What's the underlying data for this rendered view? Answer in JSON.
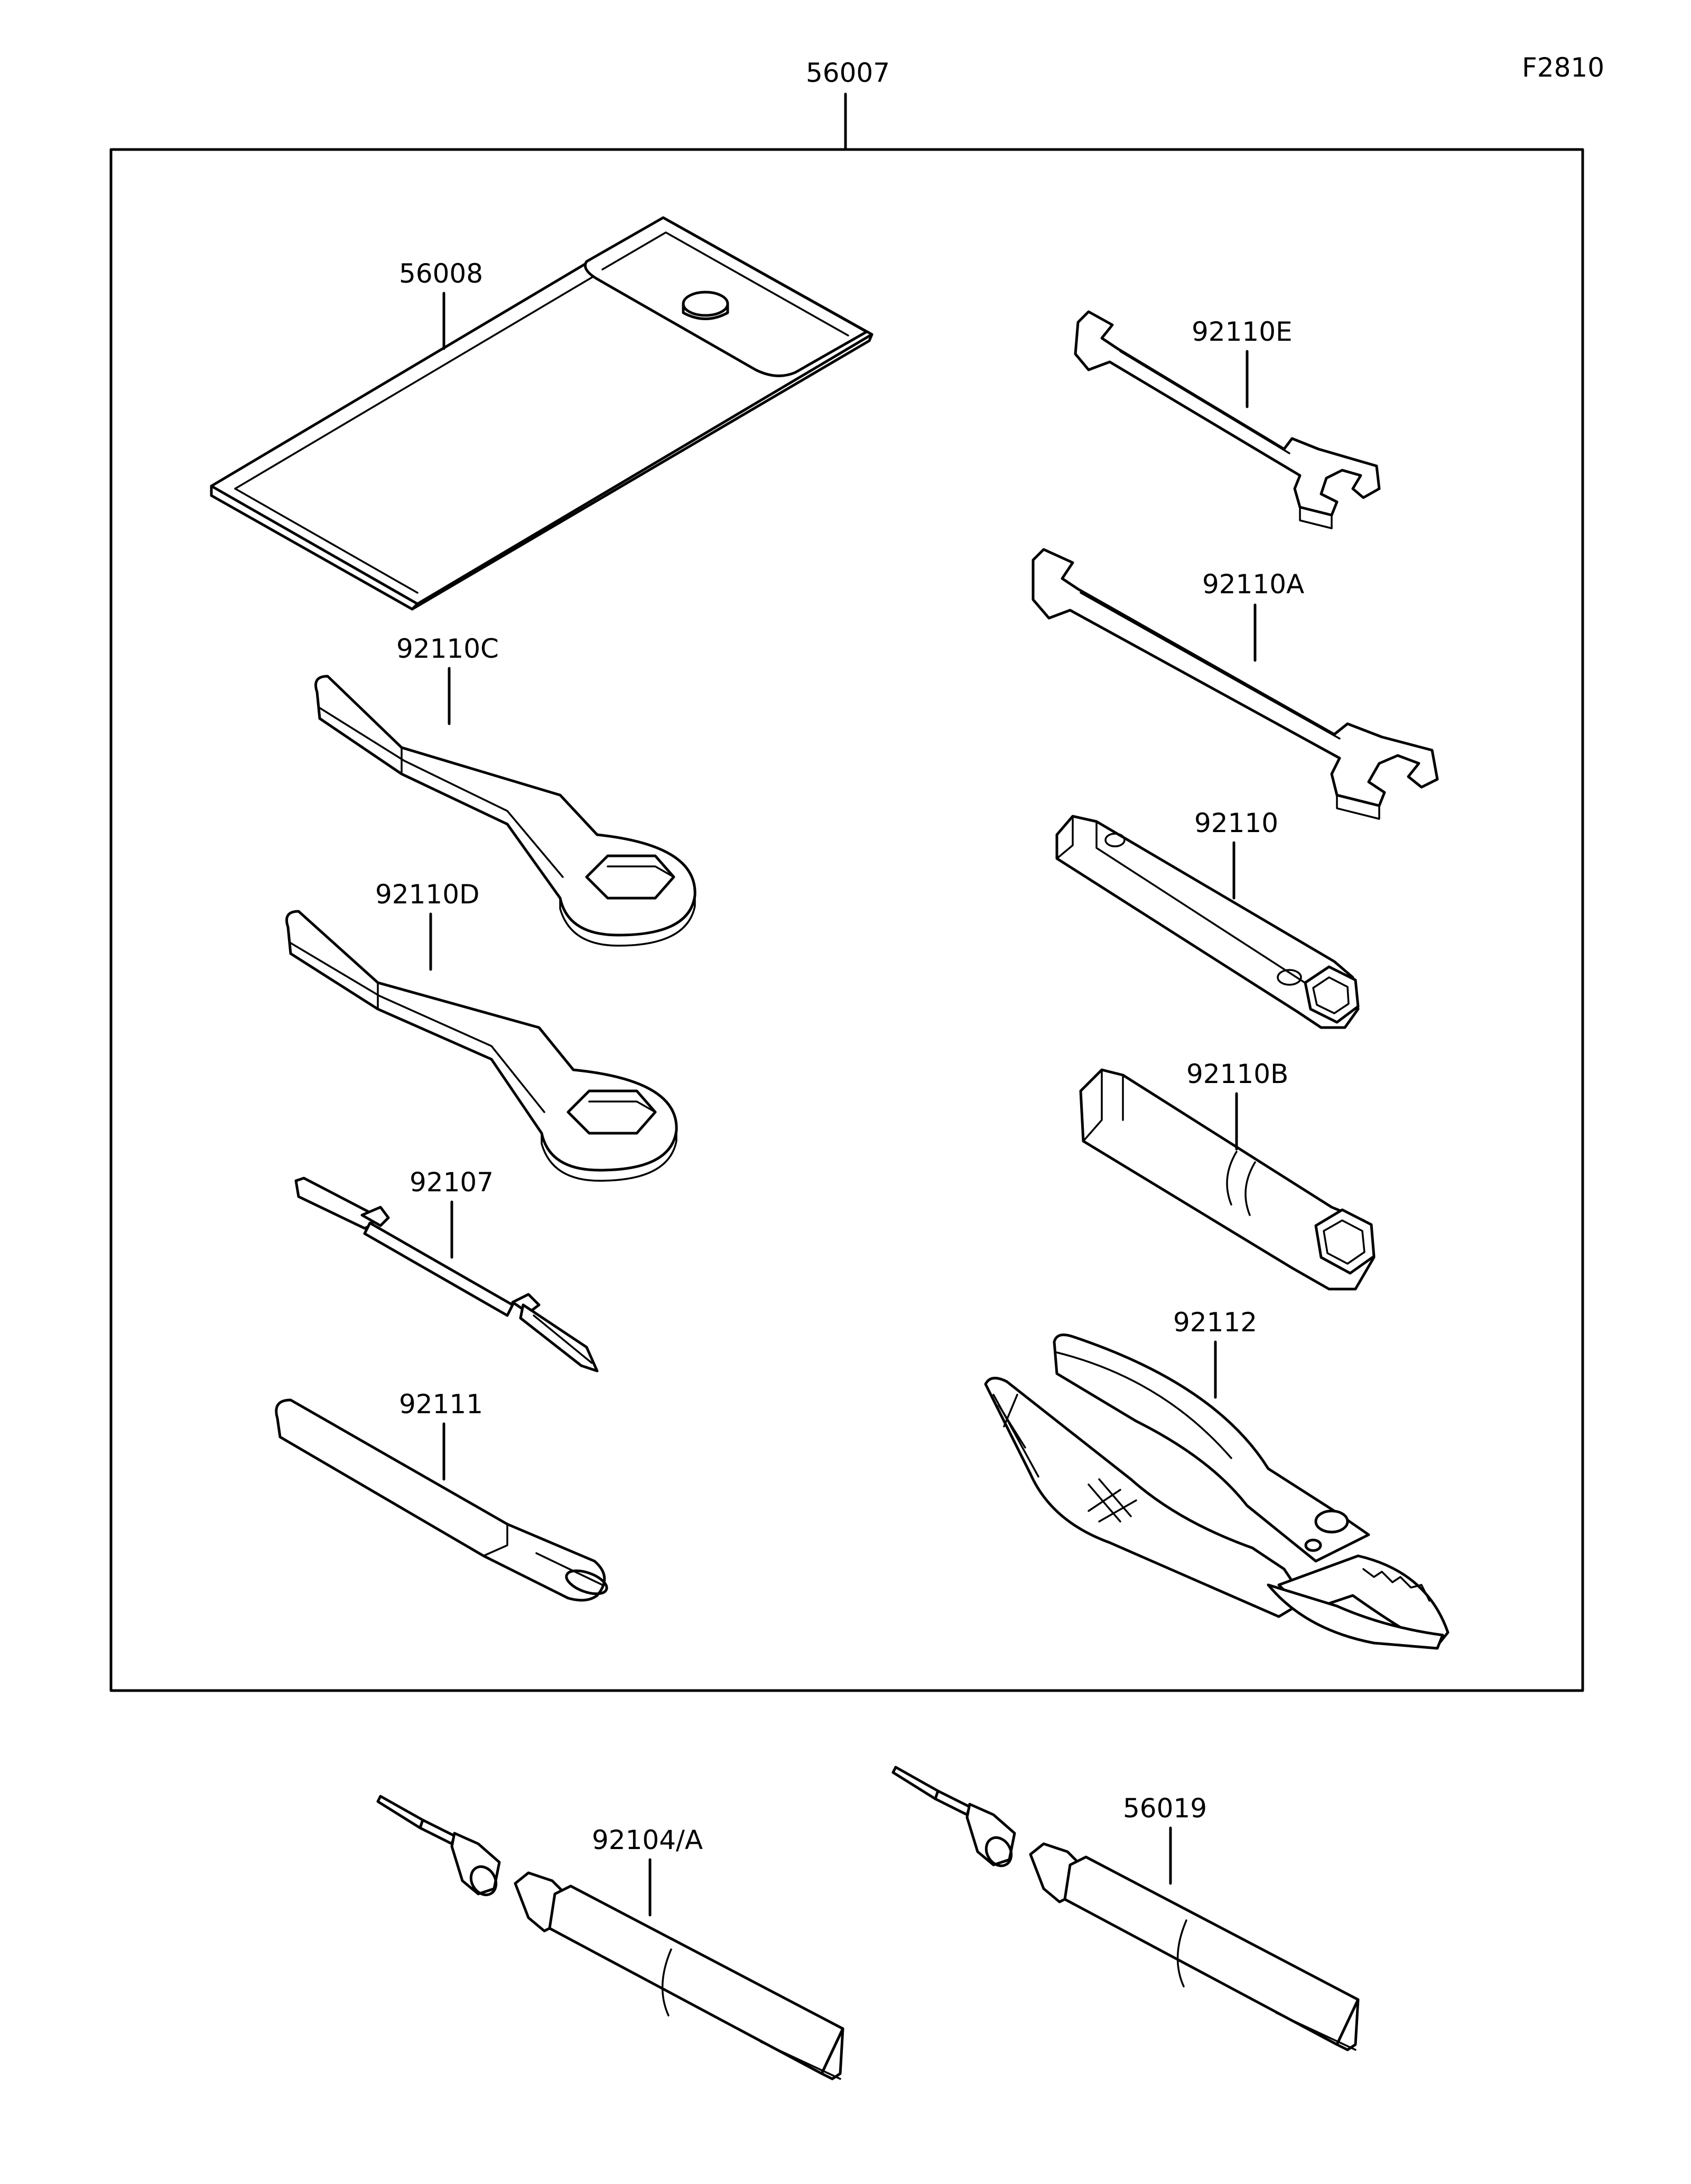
{
  "figure_id": "F2810",
  "labels": {
    "kit": "56007",
    "pouch": "56008",
    "wrench_e": "92110E",
    "wrench_a": "92110A",
    "ring_c": "92110C",
    "ring_d": "92110D",
    "box_plain": "92110",
    "box_b": "92110B",
    "driver": "92107",
    "handle": "92111",
    "pliers": "92112",
    "tube_left": "92104/A",
    "tube_right": "56019"
  }
}
